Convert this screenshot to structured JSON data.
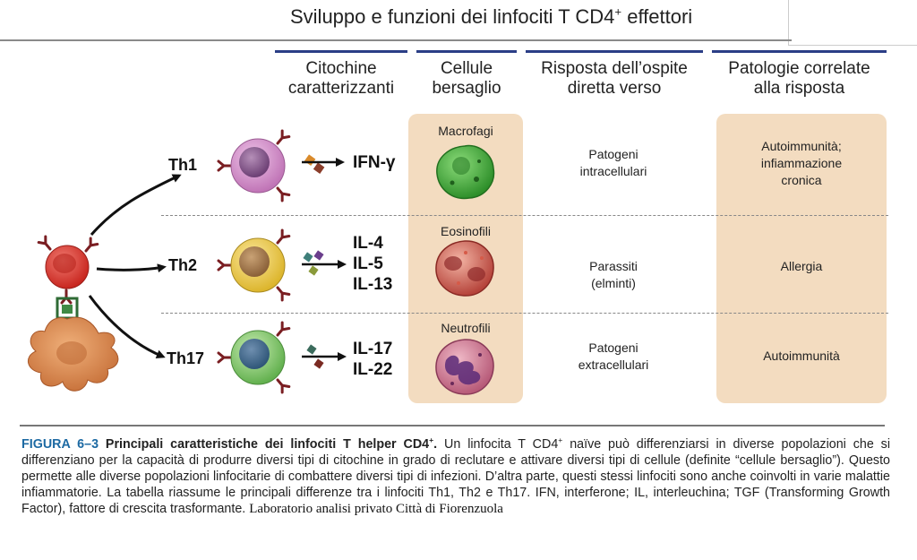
{
  "title": {
    "main": "Sviluppo e funzioni dei linfociti T CD4",
    "sup": "+",
    "tail": " effettori"
  },
  "columns": [
    {
      "line1": "Citochine",
      "line2": "caratterizzanti"
    },
    {
      "line1": "Cellule",
      "line2": "bersaglio"
    },
    {
      "line1": "Risposta dell’ospite",
      "line2": "diretta verso"
    },
    {
      "line1": "Patologie correlate",
      "line2": "alla risposta"
    }
  ],
  "rows": [
    {
      "subset": "Th1",
      "cytokines": [
        "IFN-γ"
      ],
      "target_cell": "Macrofagi",
      "response": [
        "Patogeni",
        "intracellulari"
      ],
      "pathology": [
        "Autoimmunità;",
        "infiammazione",
        "cronica"
      ]
    },
    {
      "subset": "Th2",
      "cytokines": [
        "IL-4",
        "IL-5",
        "IL-13"
      ],
      "target_cell": "Eosinofili",
      "response": [
        "Parassiti",
        "(elminti)"
      ],
      "pathology": [
        "Allergia"
      ]
    },
    {
      "subset": "Th17",
      "cytokines": [
        "IL-17",
        "IL-22"
      ],
      "target_cell": "Neutrofili",
      "response": [
        "Patogeni",
        "extracellulari"
      ],
      "pathology": [
        "Autoimmunità"
      ]
    }
  ],
  "colors": {
    "header_rule": "#2b3e86",
    "panel": "#f3dcc0",
    "figure_label": "#1d6aa3",
    "naive_t_cell": "#d8332d",
    "th1_cell": "#c97bc0",
    "th2_cell": "#e9c84a",
    "th17_cell": "#7ac266",
    "apc": "#d68a52",
    "receptor": "#7a1e22"
  },
  "caption": {
    "label": "FIGURA 6–3",
    "title_pre": " Principali caratteristiche dei linfociti T helper CD4",
    "title_sup": "+",
    "title_post": ".",
    "body_pre": " Un linfocita T CD4",
    "body_sup": "+",
    "body_post": " naïve può differenziarsi in diverse popolazioni che si differenziano per la capacità di produrre diversi tipi di citochine in grado di reclutare e attivare diversi tipi di cellule (definite “cellule bersaglio”). Questo permette alle diverse popolazioni linfocitarie di combattere diversi tipi di infezioni. D’altra parte, questi stessi linfociti sono anche coinvolti in varie malattie infiammatorie. La tabella riassume le principali differenze tra i linfociti Th1, Th2 e Th17. IFN, interferone; IL, interleuchina; TGF (Transforming Growth Factor), fattore di crescita trasformante. ",
    "watermark": "Laboratorio analisi privato Città di Fiorenzuola"
  }
}
